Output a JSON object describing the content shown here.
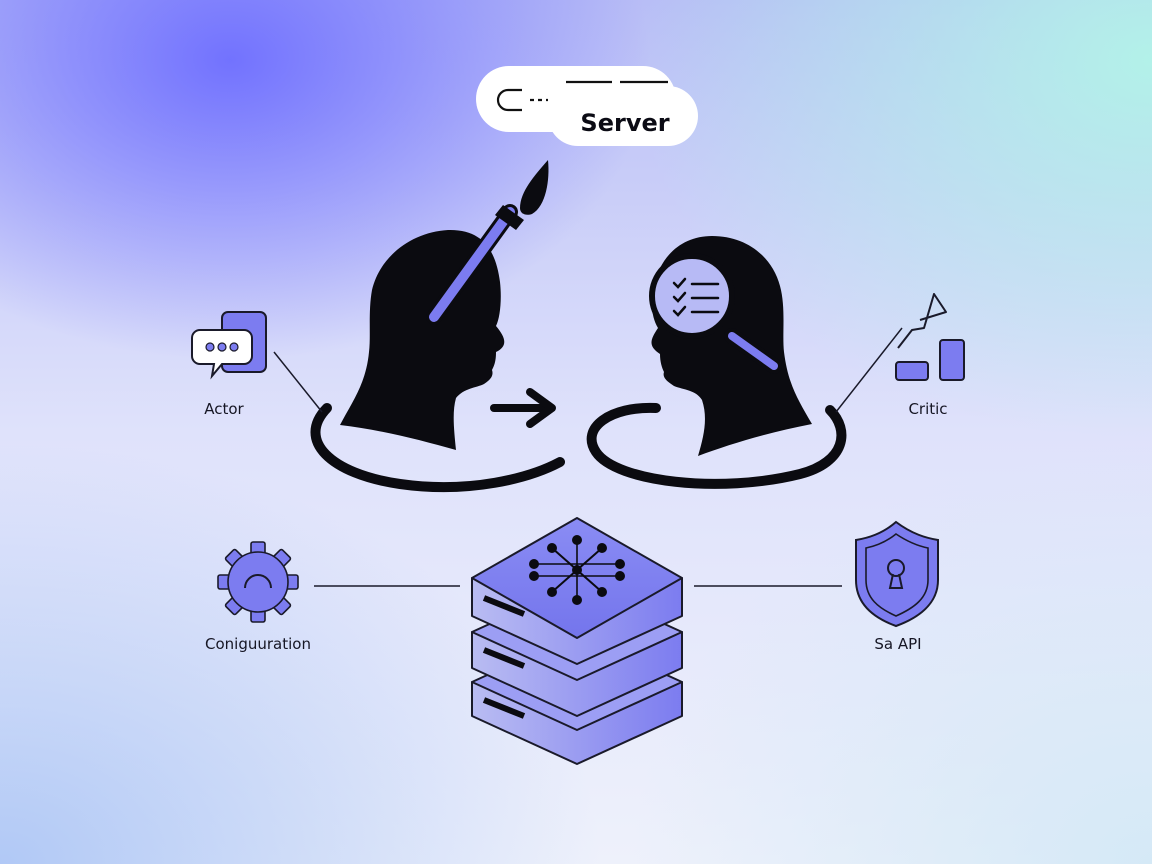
{
  "header": {
    "title": "Server"
  },
  "nodes": {
    "actor": {
      "label": "Actor"
    },
    "critic": {
      "label": "Critic"
    },
    "configuration": {
      "label": "Coniguuration"
    },
    "api": {
      "label": "Sa API"
    }
  },
  "colors": {
    "accent": "#7c7cf0",
    "ink": "#0b0b10",
    "accent_light": "#a7a9f4"
  }
}
